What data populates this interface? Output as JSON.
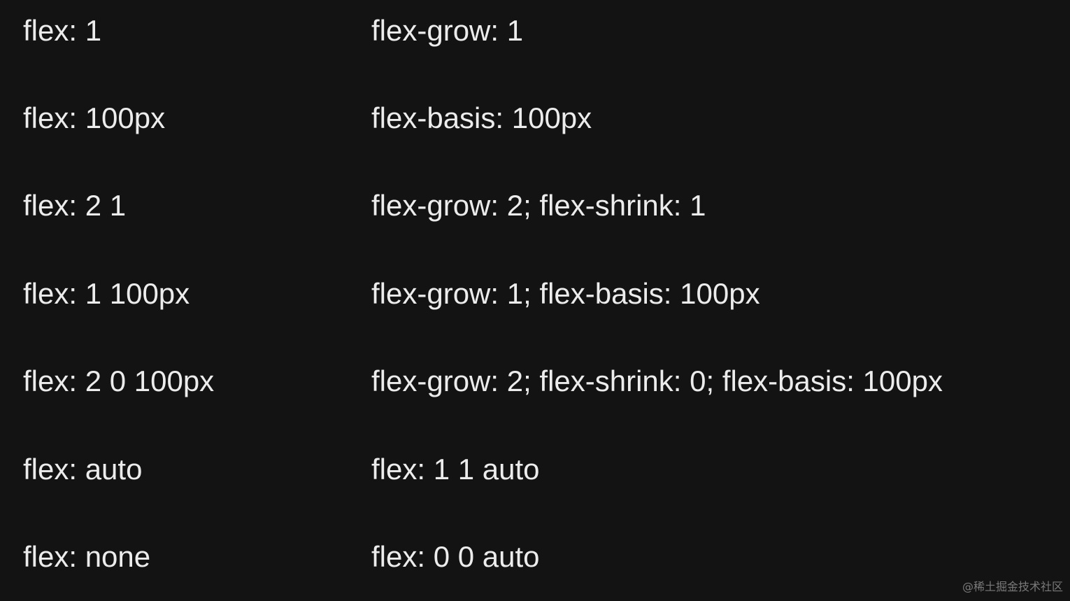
{
  "rows": [
    {
      "shorthand": "flex: 1",
      "equivalent": "flex-grow: 1"
    },
    {
      "shorthand": "flex: 100px",
      "equivalent": "flex-basis: 100px"
    },
    {
      "shorthand": "flex: 2 1",
      "equivalent": "flex-grow: 2; flex-shrink: 1"
    },
    {
      "shorthand": "flex: 1 100px",
      "equivalent": "flex-grow: 1; flex-basis: 100px"
    },
    {
      "shorthand": "flex: 2 0 100px",
      "equivalent": "flex-grow: 2; flex-shrink: 0; flex-basis: 100px"
    },
    {
      "shorthand": "flex: auto",
      "equivalent": "flex: 1 1 auto"
    },
    {
      "shorthand": "flex: none",
      "equivalent": "flex: 0 0 auto"
    }
  ],
  "watermark": "@稀土掘金技术社区",
  "colors": {
    "background": "#131313",
    "text": "#ececec",
    "watermark": "#7a7a7a"
  }
}
